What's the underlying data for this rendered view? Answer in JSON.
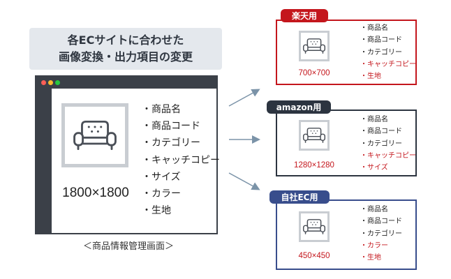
{
  "title": {
    "line1": "各ECサイトに合わせた",
    "line2": "画像変換・出力項目の変更"
  },
  "source": {
    "size": "1800×1800",
    "fields": [
      "・商品名",
      "・商品コード",
      "・カテゴリー",
      "・キャッチコピー",
      "・サイズ",
      "・カラー",
      "・生地"
    ],
    "caption": "＜商品情報管理画面＞"
  },
  "outputs": [
    {
      "label": "楽天用",
      "size": "700×700",
      "fields": [
        {
          "text": "・商品名",
          "highlight": false
        },
        {
          "text": "・商品コード",
          "highlight": false
        },
        {
          "text": "・カテゴリー",
          "highlight": false
        },
        {
          "text": "・キャッチコピー",
          "highlight": true
        },
        {
          "text": "・生地",
          "highlight": true
        }
      ]
    },
    {
      "label": "amazon用",
      "size": "1280×1280",
      "fields": [
        {
          "text": "・商品名",
          "highlight": false
        },
        {
          "text": "・商品コード",
          "highlight": false
        },
        {
          "text": "・カテゴリー",
          "highlight": false
        },
        {
          "text": "・キャッチコピー",
          "highlight": true
        },
        {
          "text": "・サイズ",
          "highlight": true
        }
      ]
    },
    {
      "label": "自社EC用",
      "size": "450×450",
      "fields": [
        {
          "text": "・商品名",
          "highlight": false
        },
        {
          "text": "・商品コード",
          "highlight": false
        },
        {
          "text": "・カテゴリー",
          "highlight": false
        },
        {
          "text": "・カラー",
          "highlight": true
        },
        {
          "text": "・生地",
          "highlight": true
        }
      ]
    }
  ],
  "colors": {
    "rakuten": "#c4161c",
    "amazon": "#2c3440",
    "own_ec": "#384d8c",
    "highlight_text": "#c4161c",
    "arrow": "#7b93a8"
  },
  "icons": {
    "product_image": "sofa-icon",
    "window_controls": "traffic-light-dots"
  }
}
